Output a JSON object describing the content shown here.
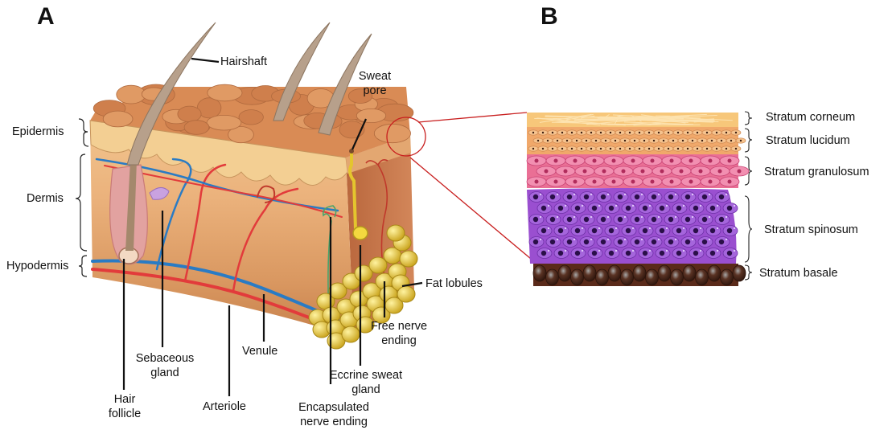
{
  "panels": {
    "a": "A",
    "b": "B"
  },
  "skin_labels": {
    "hairshaft": "Hairshaft",
    "sweat_pore": [
      "Sweat",
      "pore"
    ],
    "epidermis": "Epidermis",
    "dermis": "Dermis",
    "hypodermis": "Hypodermis",
    "fat_lobules": "Fat lobules",
    "free_nerve_ending": [
      "Free nerve",
      "ending"
    ],
    "sebaceous_gland": [
      "Sebaceous",
      "gland"
    ],
    "venule": "Venule",
    "hair_follicle": [
      "Hair",
      "follicle"
    ],
    "arteriole": "Arteriole",
    "eccrine_sweat_gland": [
      "Eccrine sweat",
      "gland"
    ],
    "encapsulated_nerve_ending": [
      "Encapsulated",
      "nerve ending"
    ]
  },
  "strata": [
    {
      "label": "Stratum corneum",
      "color": "#f7c77a"
    },
    {
      "label": "Stratum lucidum",
      "color": "#f0a86a"
    },
    {
      "label": "Stratum granulosum",
      "color": "#ea6f95"
    },
    {
      "label": "Stratum spinosum",
      "color": "#9a4fd0"
    },
    {
      "label": "Stratum basale",
      "color": "#4a2418"
    }
  ],
  "colors": {
    "skin_top": "#d98b55",
    "dermis": "#e9b07e",
    "hypodermis": "#d08a55",
    "artery": "#e23b3b",
    "vein": "#2a7bc4",
    "fat": "#e8c832",
    "callout": "#c81e1e"
  }
}
